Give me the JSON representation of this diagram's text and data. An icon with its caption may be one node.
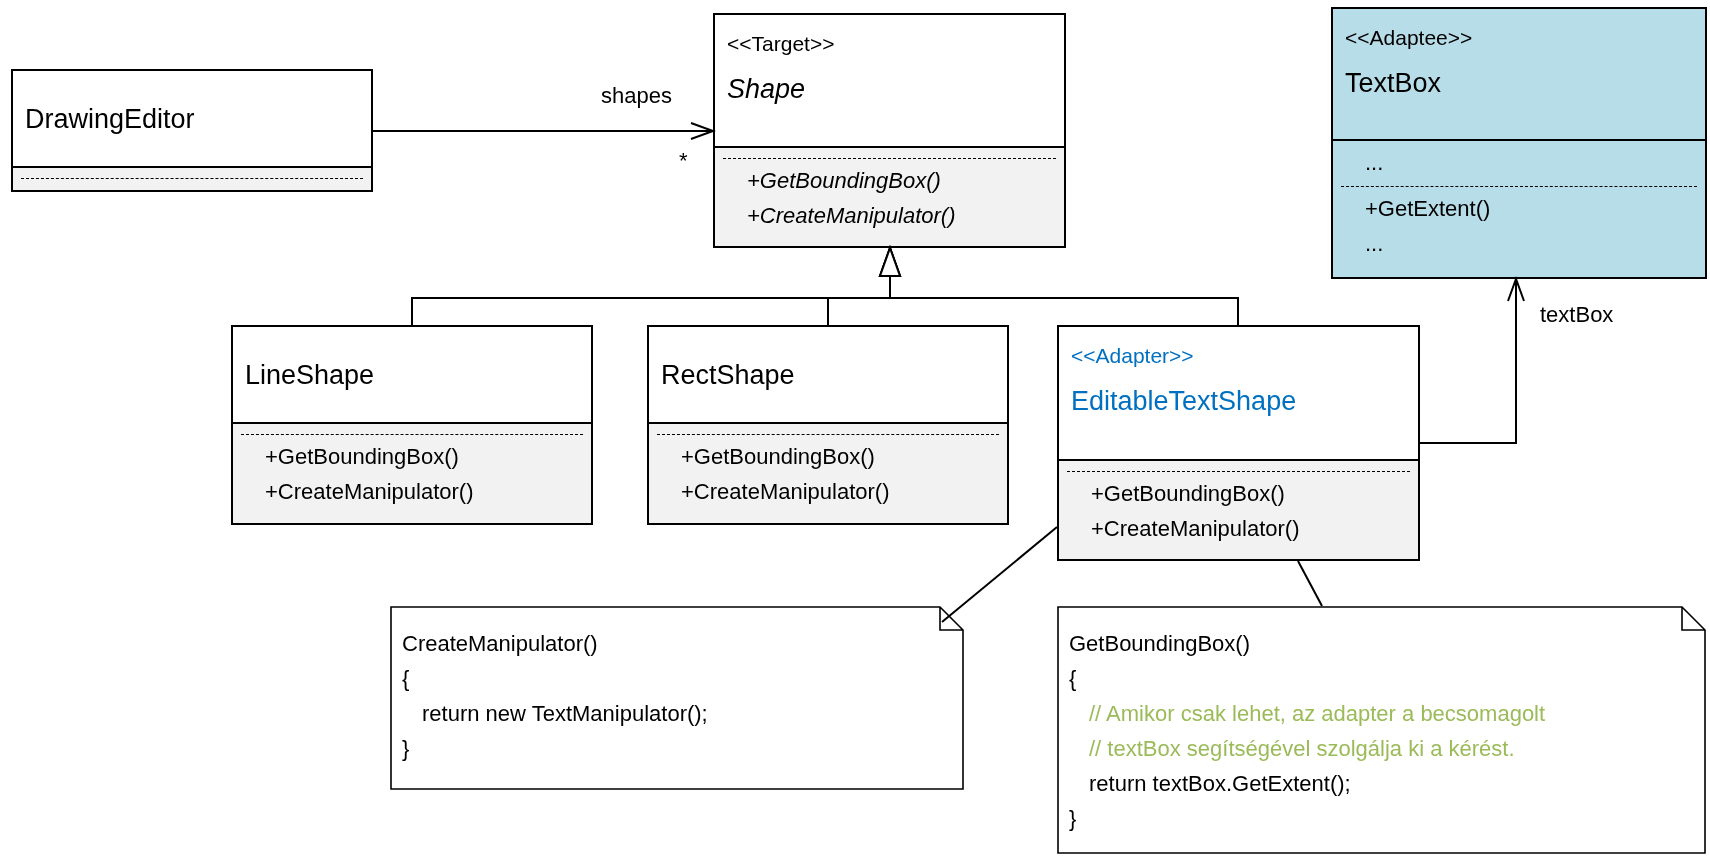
{
  "diagram": {
    "nodes": [
      {
        "text": [
          "DrawingEditor"
        ]
      },
      {
        "text": [
          "<<Target>>",
          "Shape",
          "+GetBoundingBox()",
          "+CreateManipulator()"
        ]
      },
      {
        "text": [
          "<<Adaptee>>",
          "TextBox",
          "...",
          "+GetExtent()",
          "..."
        ]
      },
      {
        "text": [
          "LineShape",
          "+GetBoundingBox()",
          "+CreateManipulator()"
        ]
      },
      {
        "text": [
          "RectShape",
          "+GetBoundingBox()",
          "+CreateManipulator()"
        ]
      },
      {
        "text": [
          "<<Adapter>>",
          "EditableTextShape",
          "+GetBoundingBox()",
          "+CreateManipulator()"
        ]
      },
      {
        "text": [
          "CreateManipulator()",
          "{",
          "return new TextManipulator();",
          "}"
        ]
      },
      {
        "text": [
          "GetBoundingBox()",
          "{",
          "// Amikor csak lehet, az adapter a becsomagolt",
          "// textBox segítségével szolgálja ki a kérést.",
          "return textBox.GetExtent();",
          "}"
        ]
      }
    ],
    "edges": [
      {
        "from": 0,
        "to": 1,
        "arrow": "to",
        "label": "shapes"
      },
      {
        "from": 3,
        "to": 1,
        "arrow": "to"
      },
      {
        "from": 4,
        "to": 1,
        "arrow": "to"
      },
      {
        "from": 5,
        "to": 1,
        "arrow": "to"
      },
      {
        "from": 5,
        "to": 2,
        "arrow": "to",
        "label": "textBox"
      },
      {
        "from": 6,
        "to": 5,
        "arrow": "none"
      },
      {
        "from": 7,
        "to": 5,
        "arrow": "none"
      }
    ],
    "labels": [
      "*"
    ]
  }
}
